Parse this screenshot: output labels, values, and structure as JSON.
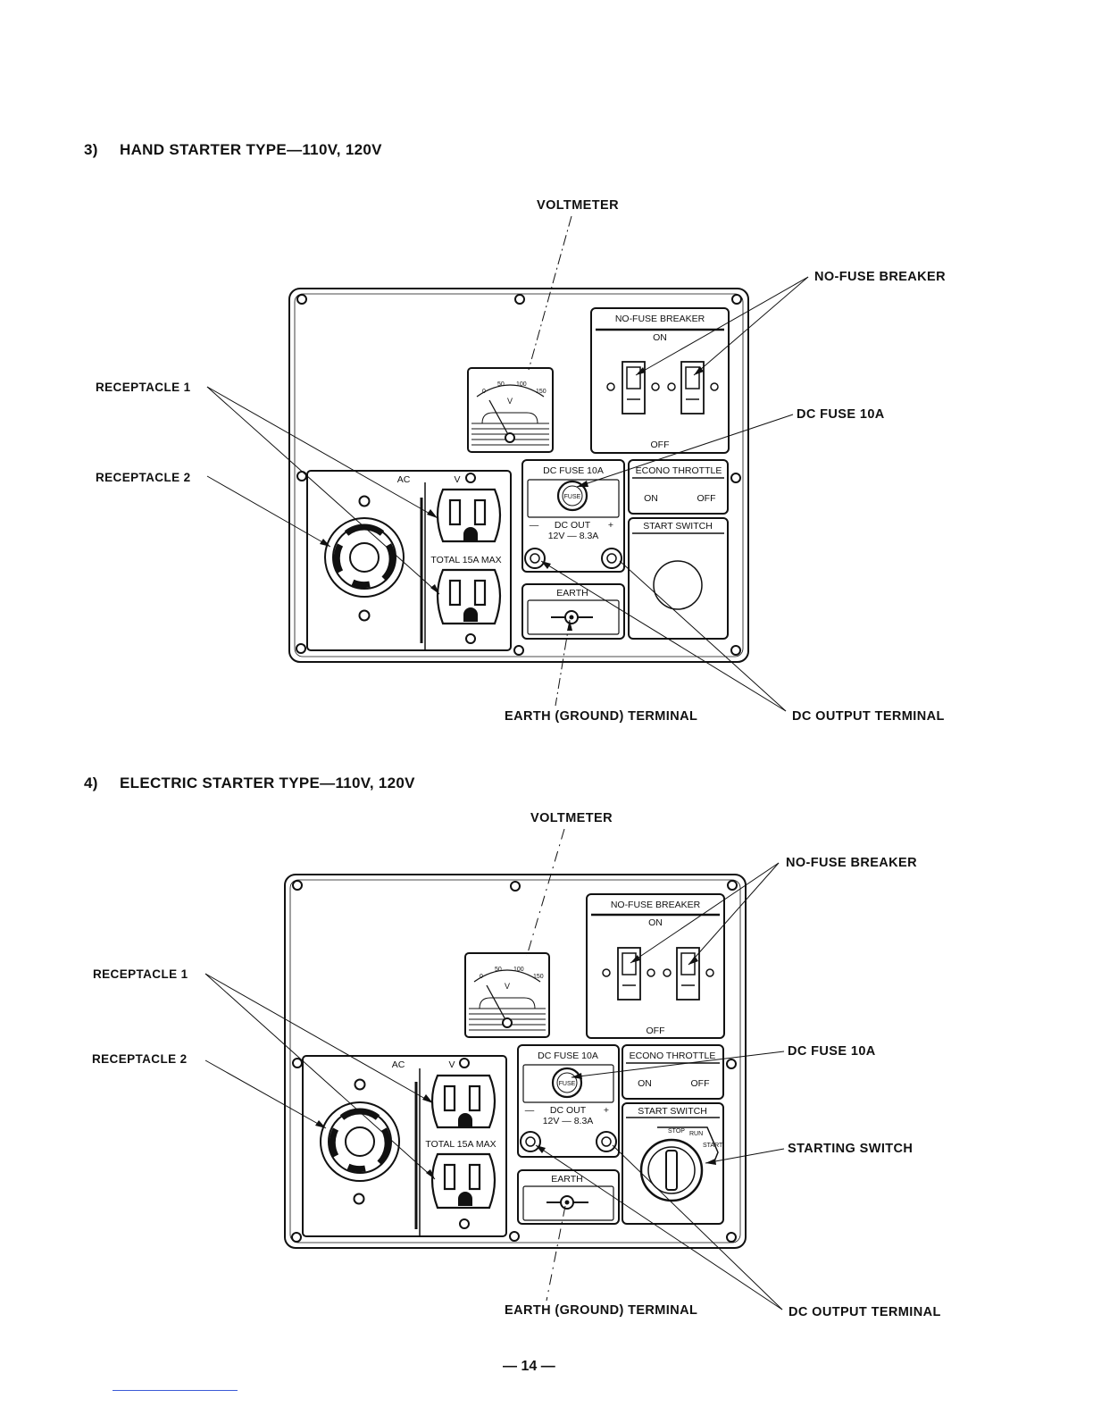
{
  "sections": [
    {
      "number": "3)",
      "title": "HAND STARTER TYPE—110V, 120V",
      "callouts": {
        "voltmeter": "VOLTMETER",
        "no_fuse_breaker": "NO-FUSE BREAKER",
        "dc_fuse": "DC FUSE 10A",
        "receptacle_1": "RECEPTACLE 1",
        "receptacle_2": "RECEPTACLE 2",
        "earth_terminal": "EARTH (GROUND) TERMINAL",
        "dc_output_terminal": "DC OUTPUT TERMINAL"
      },
      "panel": {
        "breaker_title": "NO-FUSE BREAKER",
        "breaker_on": "ON",
        "breaker_off": "OFF",
        "ac_label": "AC",
        "v_label": "V",
        "total_label": "TOTAL 15A MAX",
        "dc_fuse_label": "DC FUSE 10A",
        "fuse_cap": "FUSE",
        "dc_out_minus": "—",
        "dc_out_label": "DC OUT",
        "dc_out_plus": "+",
        "dc_out_rating": "12V — 8.3A",
        "econo_title": "ECONO THROTTLE",
        "econo_on": "ON",
        "econo_off": "OFF",
        "start_switch": "START SWITCH",
        "earth_label": "EARTH",
        "meter_scale": [
          "0",
          "50",
          "100",
          "150"
        ],
        "meter_unit": "V"
      }
    },
    {
      "number": "4)",
      "title": "ELECTRIC STARTER TYPE—110V, 120V",
      "callouts": {
        "voltmeter": "VOLTMETER",
        "no_fuse_breaker": "NO-FUSE BREAKER",
        "dc_fuse": "DC FUSE 10A",
        "starting_switch": "STARTING SWITCH",
        "receptacle_1": "RECEPTACLE 1",
        "receptacle_2": "RECEPTACLE 2",
        "earth_terminal": "EARTH (GROUND) TERMINAL",
        "dc_output_terminal": "DC OUTPUT TERMINAL"
      },
      "panel": {
        "breaker_title": "NO-FUSE BREAKER",
        "breaker_on": "ON",
        "breaker_off": "OFF",
        "ac_label": "AC",
        "v_label": "V",
        "total_label": "TOTAL 15A MAX",
        "dc_fuse_label": "DC FUSE 10A",
        "fuse_cap": "FUSE",
        "dc_out_minus": "—",
        "dc_out_label": "DC OUT",
        "dc_out_plus": "+",
        "dc_out_rating": "12V — 8.3A",
        "econo_title": "ECONO THROTTLE",
        "econo_on": "ON",
        "econo_off": "OFF",
        "start_switch": "START SWITCH",
        "switch_stop": "STOP",
        "switch_run": "RUN",
        "switch_start": "START",
        "earth_label": "EARTH",
        "meter_scale": [
          "0",
          "50",
          "100",
          "150"
        ],
        "meter_unit": "V"
      }
    }
  ],
  "page_number": "— 14 —"
}
